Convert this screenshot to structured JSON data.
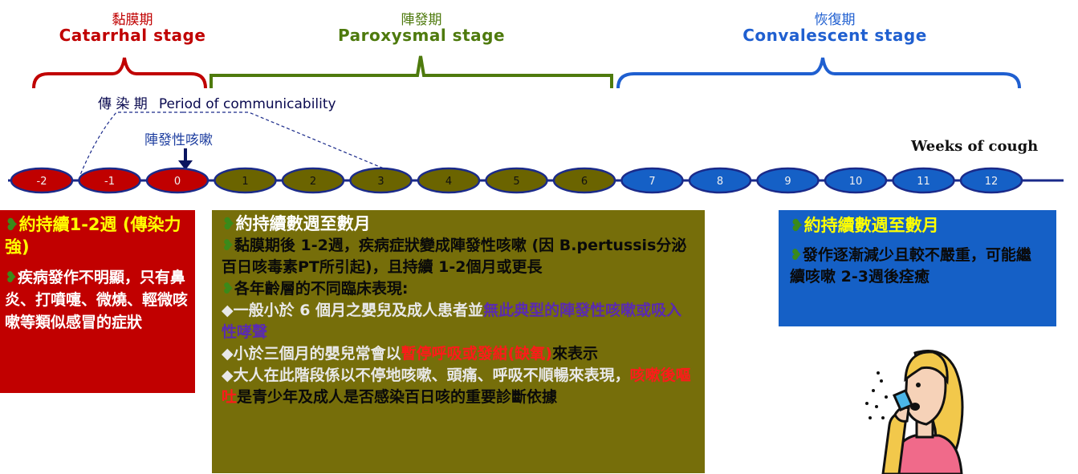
{
  "stages": [
    {
      "zh": "黏膜期",
      "en": "Catarrhal stage",
      "color": "#c00000"
    },
    {
      "zh": "陣發期",
      "en": "Paroxysmal stage",
      "color": "#4e7a0d"
    },
    {
      "zh": "恢復期",
      "en": "Convalescent stage",
      "color": "#1f5fd0"
    }
  ],
  "communicability": {
    "zh": "傳 染 期",
    "en": "Period of communicability"
  },
  "paroxysmal_cough_label": "陣發性咳嗽",
  "weeks_label": "Weeks of cough",
  "timeline": {
    "weeks": [
      "-2",
      "-1",
      "0",
      "1",
      "2",
      "3",
      "4",
      "5",
      "6",
      "7",
      "8",
      "9",
      "10",
      "11",
      "12"
    ],
    "colors": {
      "catarrhal": "#c00000",
      "paroxysmal": "#6b6400",
      "convalescent": "#1560c6",
      "line": "#1a2a8a"
    }
  },
  "red_box": {
    "heading": "約持續1-2週 (傳染力強)",
    "body": "疾病發作不明顯，只有鼻炎、打噴嚏、微燒、輕微咳嗽等類似感冒的症狀"
  },
  "olive_box": {
    "heading": "約持續數週至數月",
    "p1": "黏膜期後 1-2週，疾病症狀變成陣發性咳嗽 (因 B.pertussis分泌百日咳毒素PT所引起)，且持續 1-2個月或更長",
    "p2": "各年齡層的不同臨床表現:",
    "p3_a": "◆一般小於 6 個月之嬰兒及成人患者並",
    "p3_b": "無此典型的陣發性咳嗽或吸入性哮聲",
    "p4_a": "◆小於三個月的嬰兒常會以",
    "p4_b": "暫停呼吸或發紺(缺氧)",
    "p4_c": "來表示",
    "p5_a": "◆大人在此階段係以不停地咳嗽、頭痛、呼吸不順暢來表現，",
    "p5_b": "咳嗽後嘔吐",
    "p5_c": "是青少年及成人是否感染百日咳的重要診斷依據"
  },
  "blue_box": {
    "heading": "約持續數週至數月",
    "body": "發作逐漸減少且較不嚴重，可能繼續咳嗽 2-3週後痊癒"
  },
  "bullet_glyph": "❥"
}
